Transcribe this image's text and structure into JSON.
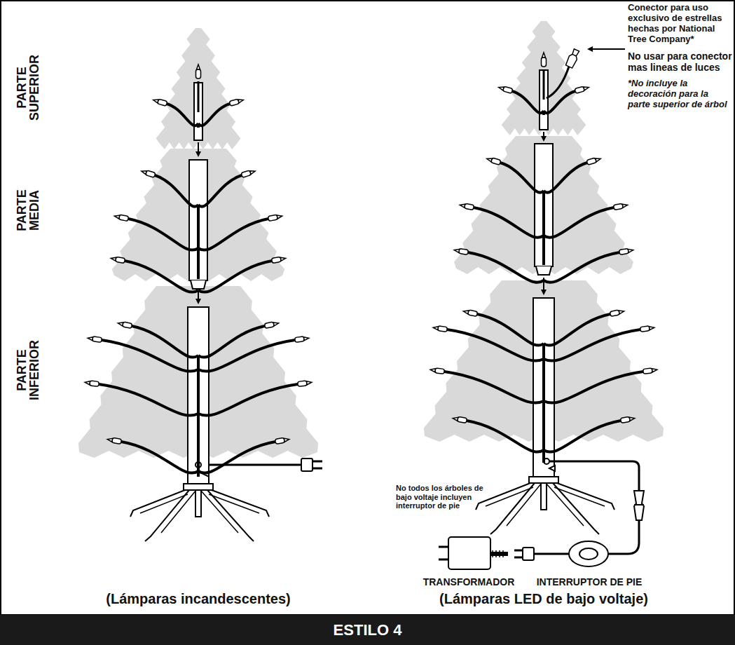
{
  "diagram": {
    "nodes": [
      {
        "text": [
          "ESTILO 4"
        ]
      }
    ],
    "labels": [
      "PARTE SUPERIOR",
      "PARTE MEDIA",
      "PARTE INFERIOR",
      "Conector para uso exclusivo de estrellas hechas por National Tree Company*",
      "No usar para conector mas lineas de luces",
      "*No incluye la decoración para la parte superior de árbol",
      "No todos los árboles de bajo voltaje incluyen interruptor de pie",
      "TRANSFORMADOR",
      "INTERRUPTOR DE PIE",
      "(Lámparas incandescentes)",
      "(Lámparas LED de bajo voltaje)"
    ]
  }
}
